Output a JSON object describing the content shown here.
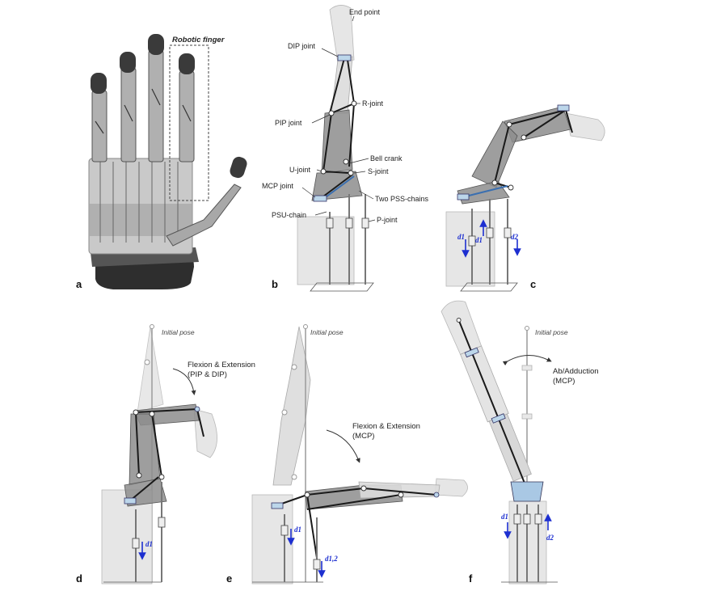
{
  "panels": {
    "a": "a",
    "b": "b",
    "c": "c",
    "d": "d",
    "e": "e",
    "f": "f"
  },
  "labels": {
    "robotic_finger": "Robotic finger",
    "end_point": "End point",
    "dip_joint": "DIP joint",
    "r_joint": "R-joint",
    "pip_joint": "PIP joint",
    "bell_crank": "Bell crank",
    "u_joint": "U-joint",
    "s_joint": "S-joint",
    "mcp_joint": "MCP joint",
    "two_pss_chains": "Two PSS-chains",
    "psu_chain": "PSU-chain",
    "p_joint": "P-joint"
  },
  "callouts": {
    "initial_pose_d": "Initial pose",
    "initial_pose_e": "Initial pose",
    "initial_pose_f": "Initial pose",
    "d_motion": [
      "Flexion & Extension",
      "(PIP & DIP)"
    ],
    "e_motion": [
      "Flexion & Extension",
      "(MCP)"
    ],
    "f_motion": [
      "Ab/Adduction",
      "(MCP)"
    ]
  },
  "displacements": {
    "c": [
      "d1",
      "d1",
      "d2"
    ],
    "d": [
      "d1"
    ],
    "e": [
      "d1",
      "d1,2"
    ],
    "f": [
      "d1",
      "d2"
    ]
  },
  "colors": {
    "accent_blue": "#1d2fd0",
    "link_dark": "#1a1a1a",
    "phalanx_gray": "#8d8d8d",
    "joint_blue": "#bcd6ea"
  }
}
